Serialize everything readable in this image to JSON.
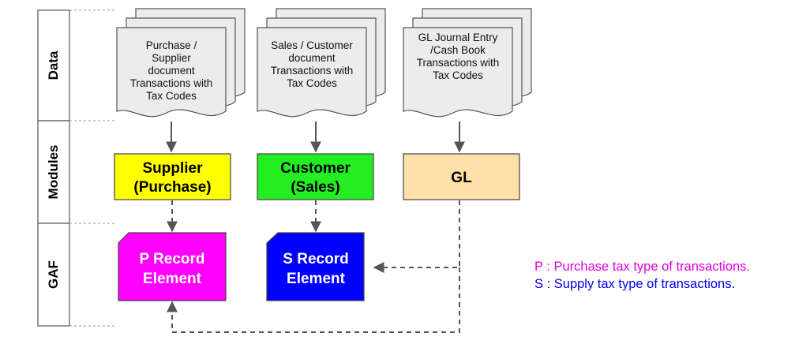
{
  "lanes": {
    "data": "Data",
    "modules": "Modules",
    "gaf": "GAF"
  },
  "documents": {
    "purchase": [
      "Purchase /",
      "Supplier",
      "document",
      "Transactions with",
      "Tax Codes"
    ],
    "sales": [
      "Sales / Customer",
      "document",
      "Transactions with",
      "Tax Codes"
    ],
    "gl": [
      "GL Journal Entry",
      "/Cash Book",
      "Transactions with",
      "Tax Codes"
    ]
  },
  "modules": {
    "supplier": [
      "Supplier",
      "(Purchase)"
    ],
    "customer": [
      "Customer",
      "(Sales)"
    ],
    "gl": [
      "GL"
    ]
  },
  "records": {
    "p": [
      "P Record",
      "Element"
    ],
    "s": [
      "S Record",
      "Element"
    ]
  },
  "legend": {
    "p": "P : Purchase tax type of transactions.",
    "s": "S : Supply tax type of transactions."
  },
  "colors": {
    "supplier_fill": "#ffff00",
    "customer_fill": "#22ee22",
    "gl_fill": "#ffe0a8",
    "p_record_fill": "#ff00ff",
    "s_record_fill": "#0000ff",
    "doc_fill": "#ececec",
    "legend_p": "#e000e0",
    "legend_s": "#0000ee"
  }
}
